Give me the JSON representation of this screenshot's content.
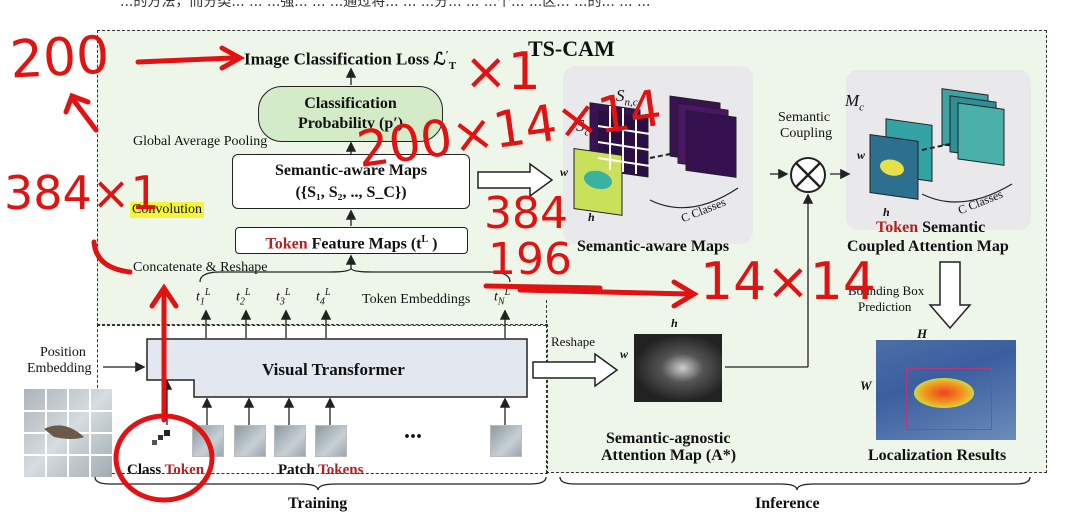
{
  "header_text": "...的方法，而分类... ... ...强... ... ...通过将... ... ...分... ... ...个... ...区... ...的... ... ...",
  "tscam": {
    "title": "TS-CAM",
    "loss_label": "Image Classification Loss ℒ",
    "loss_sub": "T",
    "loss_sup": "′",
    "cls_prob_line1": "Classification",
    "cls_prob_line2": "Probability (p′)",
    "gap_label": "Global Average Pooling",
    "sam_line1": "Semantic-aware Maps",
    "sam_line2": "({S₁, S₂, .., S_C})",
    "convolution": "Convolution",
    "tfm_token": "Token",
    "tfm_rest": " Feature Maps (t",
    "tfm_sup": "L",
    "tfm_end": " )",
    "concat_label": "Concatenate & Reshape",
    "token_embeddings": "Token Embeddings",
    "tokens": [
      "t",
      "t",
      "t",
      "t",
      "t"
    ],
    "token_subs": [
      "1",
      "2",
      "3",
      "4",
      "N"
    ],
    "token_sup": "L"
  },
  "right": {
    "sam_caption": "Semantic-aware Maps",
    "snc_label": "S",
    "snc_sub": "n,c",
    "sc_label": "S",
    "sc_sub": "c",
    "w_label": "w",
    "h_label": "h",
    "c_classes": "C Classes",
    "sem_coupling_line1": "Semantic",
    "sem_coupling_line2": "Coupling",
    "mc_label": "M",
    "mc_sub": "c",
    "coupled_token": "Token",
    "coupled_rest": " Semantic",
    "coupled_line2": "Coupled Attention Map",
    "bbox_line1": "Bounding Box",
    "bbox_line2": "Prediction",
    "H_label": "H",
    "W_label": "W",
    "loc_results": "Localization Results",
    "reshape_label": "Reshape",
    "agnostic_line1": "Semantic-agnostic",
    "agnostic_line2": "Attention Map (A*)",
    "inference_label": "Inference"
  },
  "bottom": {
    "position_line1": "Position",
    "position_line2": "Embedding",
    "visual_transformer": "Visual Transformer",
    "class_label": "Class ",
    "class_token": "Token",
    "patch_label": "Patch ",
    "patch_tokens": "Tokens",
    "ellipsis": "...",
    "training_label": "Training"
  },
  "annotations": {
    "a1": "200",
    "a2": "×1",
    "a3": "384×1",
    "a4": "200×14×14",
    "a5": "384",
    "a6": "196",
    "a7": "14×14"
  },
  "colors": {
    "green_bg": "#eef6ea",
    "cls_box": "#d3ecc7",
    "vt_box": "#e3e8f0",
    "red_token": "#b22222",
    "ink": "#e01212",
    "yellow": "#f4f43a"
  }
}
